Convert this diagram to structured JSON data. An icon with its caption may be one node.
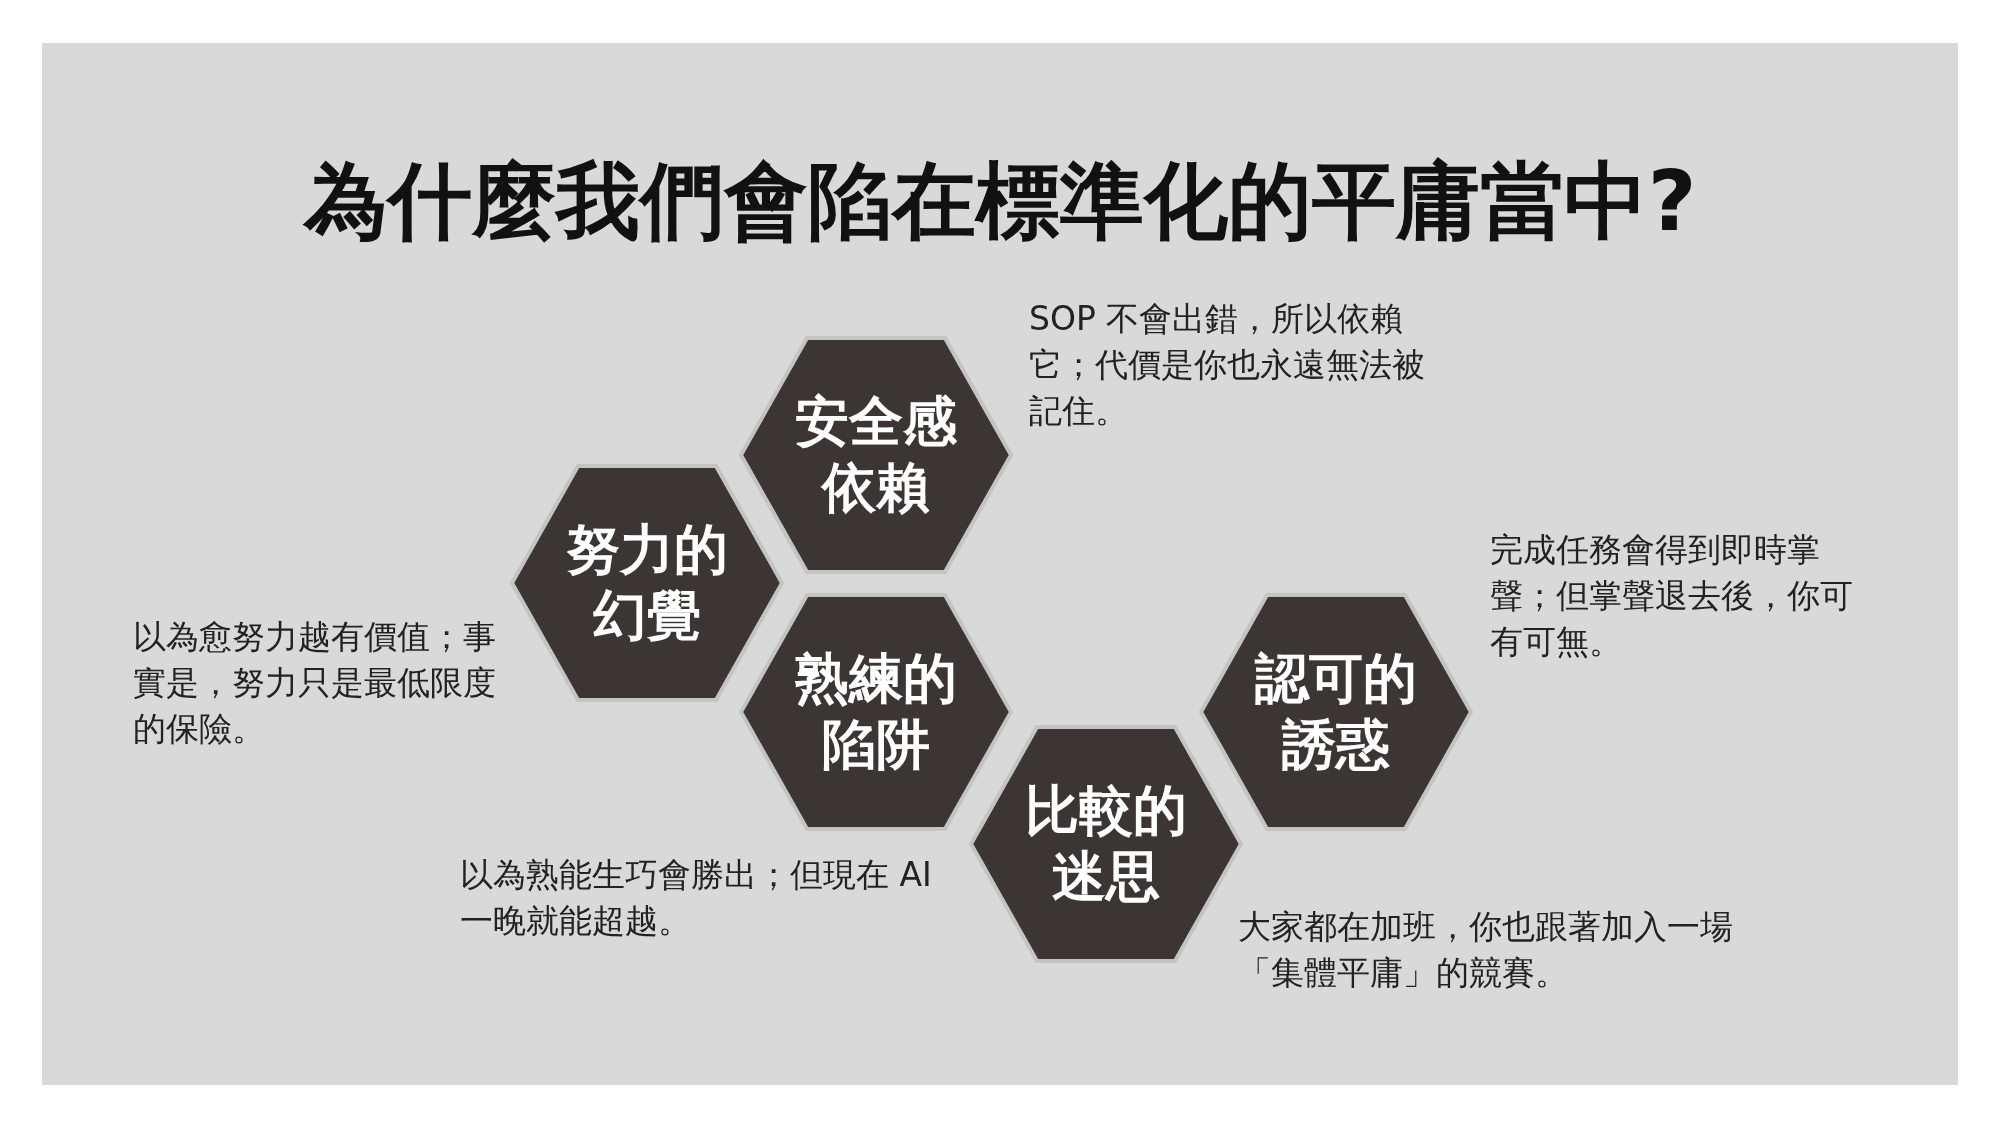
{
  "diagram": {
    "title": "為什麼我們會陷在標準化的平庸當中?",
    "nodes": [
      {
        "text": [
          "安全感依賴"
        ],
        "beside": [
          "SOP 不會出錯，所以依賴它；代價是你也永遠無法被記住。"
        ]
      },
      {
        "text": [
          "努力的幻覺"
        ],
        "beside": [
          "以為愈努力越有價值；事實是，努力只是最低限度的保險。"
        ]
      },
      {
        "text": [
          "熟練的陷阱"
        ],
        "beside": [
          "以為熟能生巧會勝出；但現在 AI 一晚就能超越。"
        ]
      },
      {
        "text": [
          "比較的迷思"
        ],
        "beside": [
          "大家都在加班，你也跟著加入一場「集體平庸」的競賽。"
        ]
      },
      {
        "text": [
          "認可的誘惑"
        ],
        "beside": [
          "完成任務會得到即時掌聲；但掌聲退去後，你可有可無。"
        ]
      }
    ]
  }
}
